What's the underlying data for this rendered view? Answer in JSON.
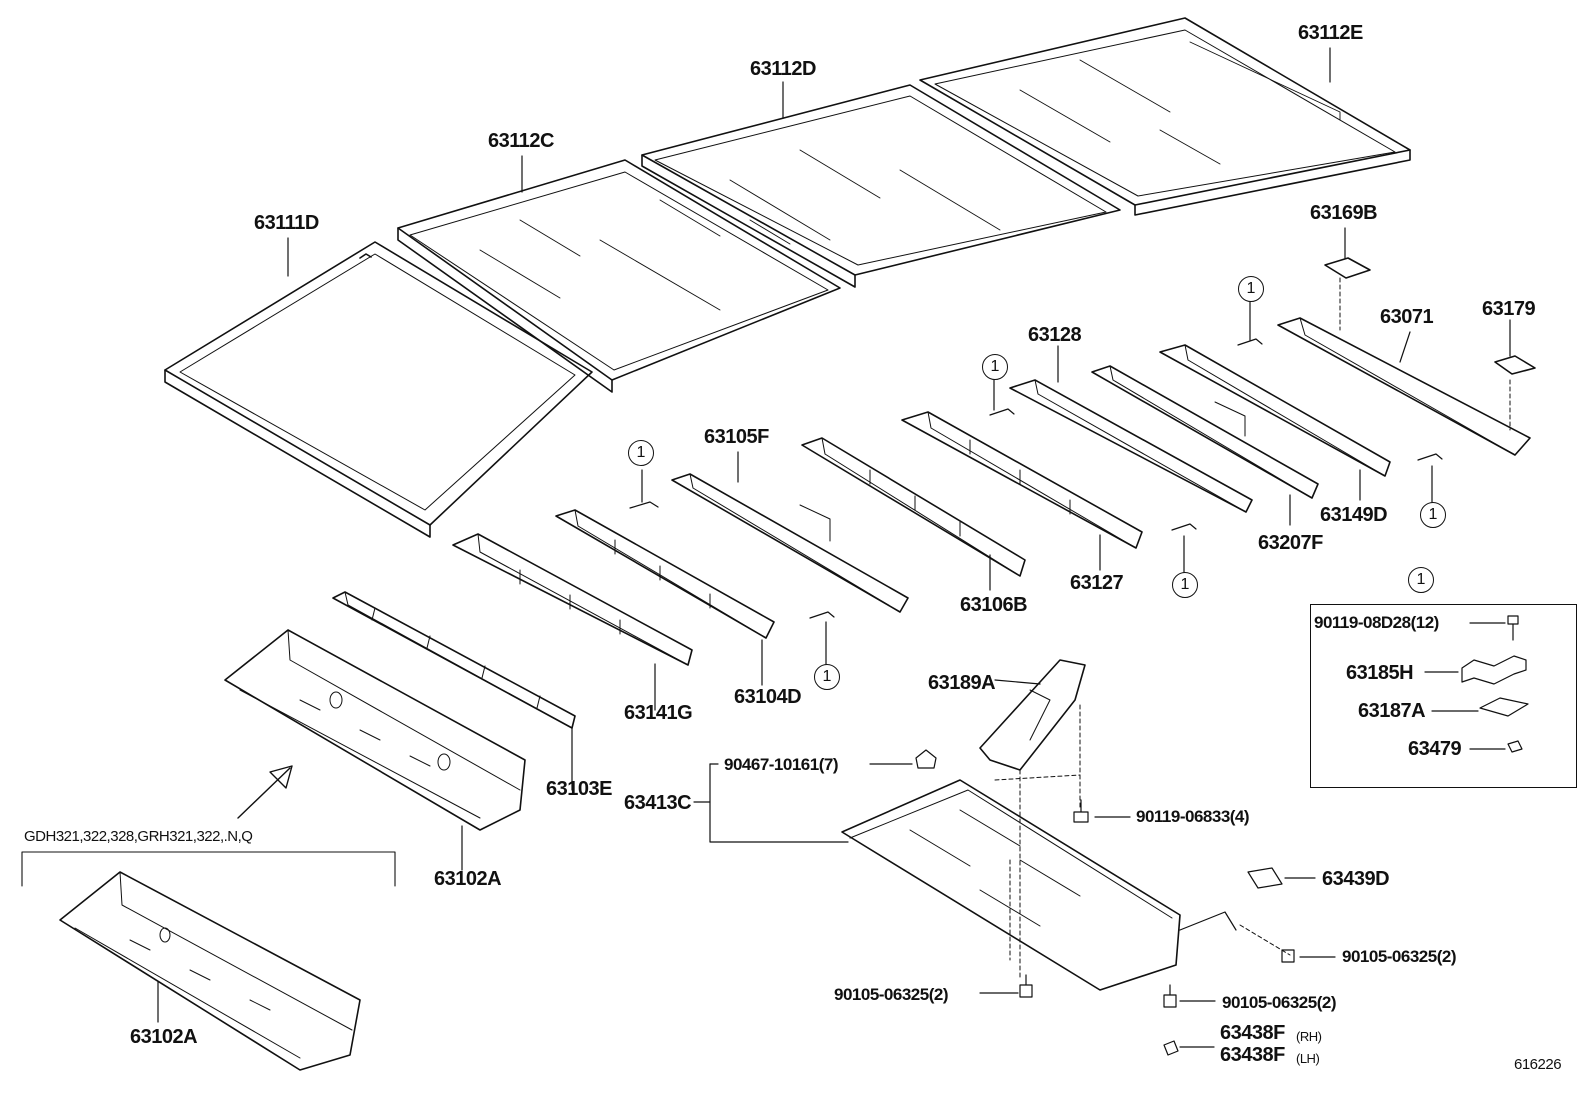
{
  "labels": {
    "p63112E": "63112E",
    "p63112D": "63112D",
    "p63112C": "63112C",
    "p63111D": "63111D",
    "p63169B": "63169B",
    "p63071": "63071",
    "p63179": "63179",
    "p63128": "63128",
    "p63105F": "63105F",
    "p63149D": "63149D",
    "p63207F": "63207F",
    "p63127": "63127",
    "p63106B": "63106B",
    "p63141G": "63141G",
    "p63104D": "63104D",
    "p63103E": "63103E",
    "p63102A_upper": "63102A",
    "p63102A_lower": "63102A",
    "p63189A": "63189A",
    "p90467": "90467-10161(7)",
    "p63413C": "63413C",
    "p90119_06833": "90119-06833(4)",
    "p63439D": "63439D",
    "p90105_a": "90105-06325(2)",
    "p90105_b": "90105-06325(2)",
    "p90105_c": "90105-06325(2)",
    "p63438F_rh": "63438F",
    "p63438F_lh": "63438F",
    "rh": "(RH)",
    "lh": "(LH)",
    "inset_90119": "90119-08D28(12)",
    "inset_63185H": "63185H",
    "inset_63187A": "63187A",
    "inset_63479": "63479",
    "inset_key": "1",
    "variant_note": "GDH321,322,328,GRH321,322,.N,Q",
    "figure_number": "616226"
  },
  "callout_marker": "1"
}
